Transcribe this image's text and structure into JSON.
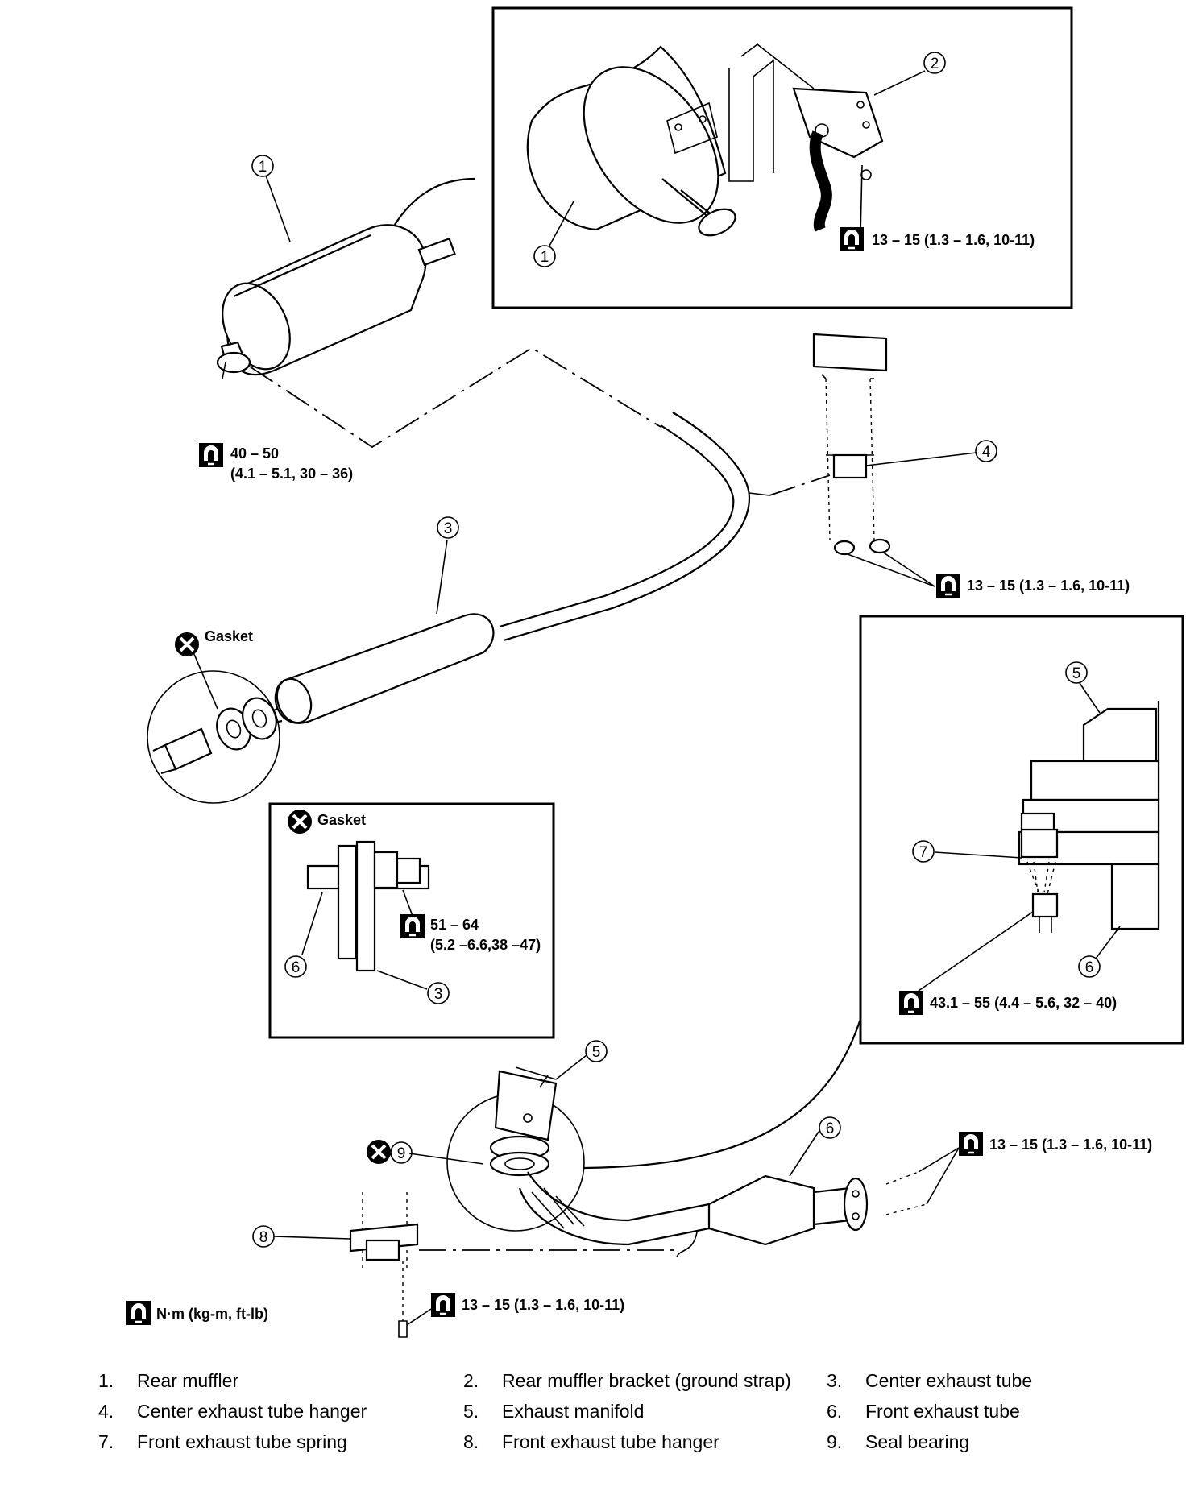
{
  "callouts": [
    "1",
    "2",
    "3",
    "4",
    "5",
    "6",
    "7",
    "8",
    "9"
  ],
  "torque_specs": {
    "t_bracket": "13 – 15 (1.3 – 1.6, 10-11)",
    "t_muffler_a": "40 – 50",
    "t_muffler_b": "(4.1 – 5.1, 30 – 36)",
    "t_hanger_c": "13 – 15 (1.3 – 1.6, 10-11)",
    "t_flange_a": "51 – 64",
    "t_flange_b": "(5.2 –6.6,38 –47)",
    "t_spring": "43.1 – 55 (4.4 – 5.6, 32 – 40)",
    "t_front_studs": "13 – 15 (1.3 – 1.6, 10-11)",
    "t_front_hanger": "13 – 15 (1.3 – 1.6, 10-11)"
  },
  "labels": {
    "gasket": "Gasket",
    "unit_legend": "N·m (kg-m, ft-lb)"
  },
  "legend": [
    {
      "num": "1.",
      "name": "Rear muffler"
    },
    {
      "num": "2.",
      "name": "Rear muffler bracket (ground strap)"
    },
    {
      "num": "3.",
      "name": "Center exhaust tube"
    },
    {
      "num": "4.",
      "name": "Center exhaust tube hanger"
    },
    {
      "num": "5.",
      "name": "Exhaust manifold"
    },
    {
      "num": "6.",
      "name": "Front exhaust tube"
    },
    {
      "num": "7.",
      "name": "Front exhaust tube spring"
    },
    {
      "num": "8.",
      "name": "Front exhaust tube hanger"
    },
    {
      "num": "9.",
      "name": "Seal bearing"
    }
  ],
  "icons": {
    "torque": "torque-wrench-icon",
    "replace": "do-not-reuse-icon"
  },
  "colors": {
    "line": "#000000",
    "background": "#ffffff"
  }
}
